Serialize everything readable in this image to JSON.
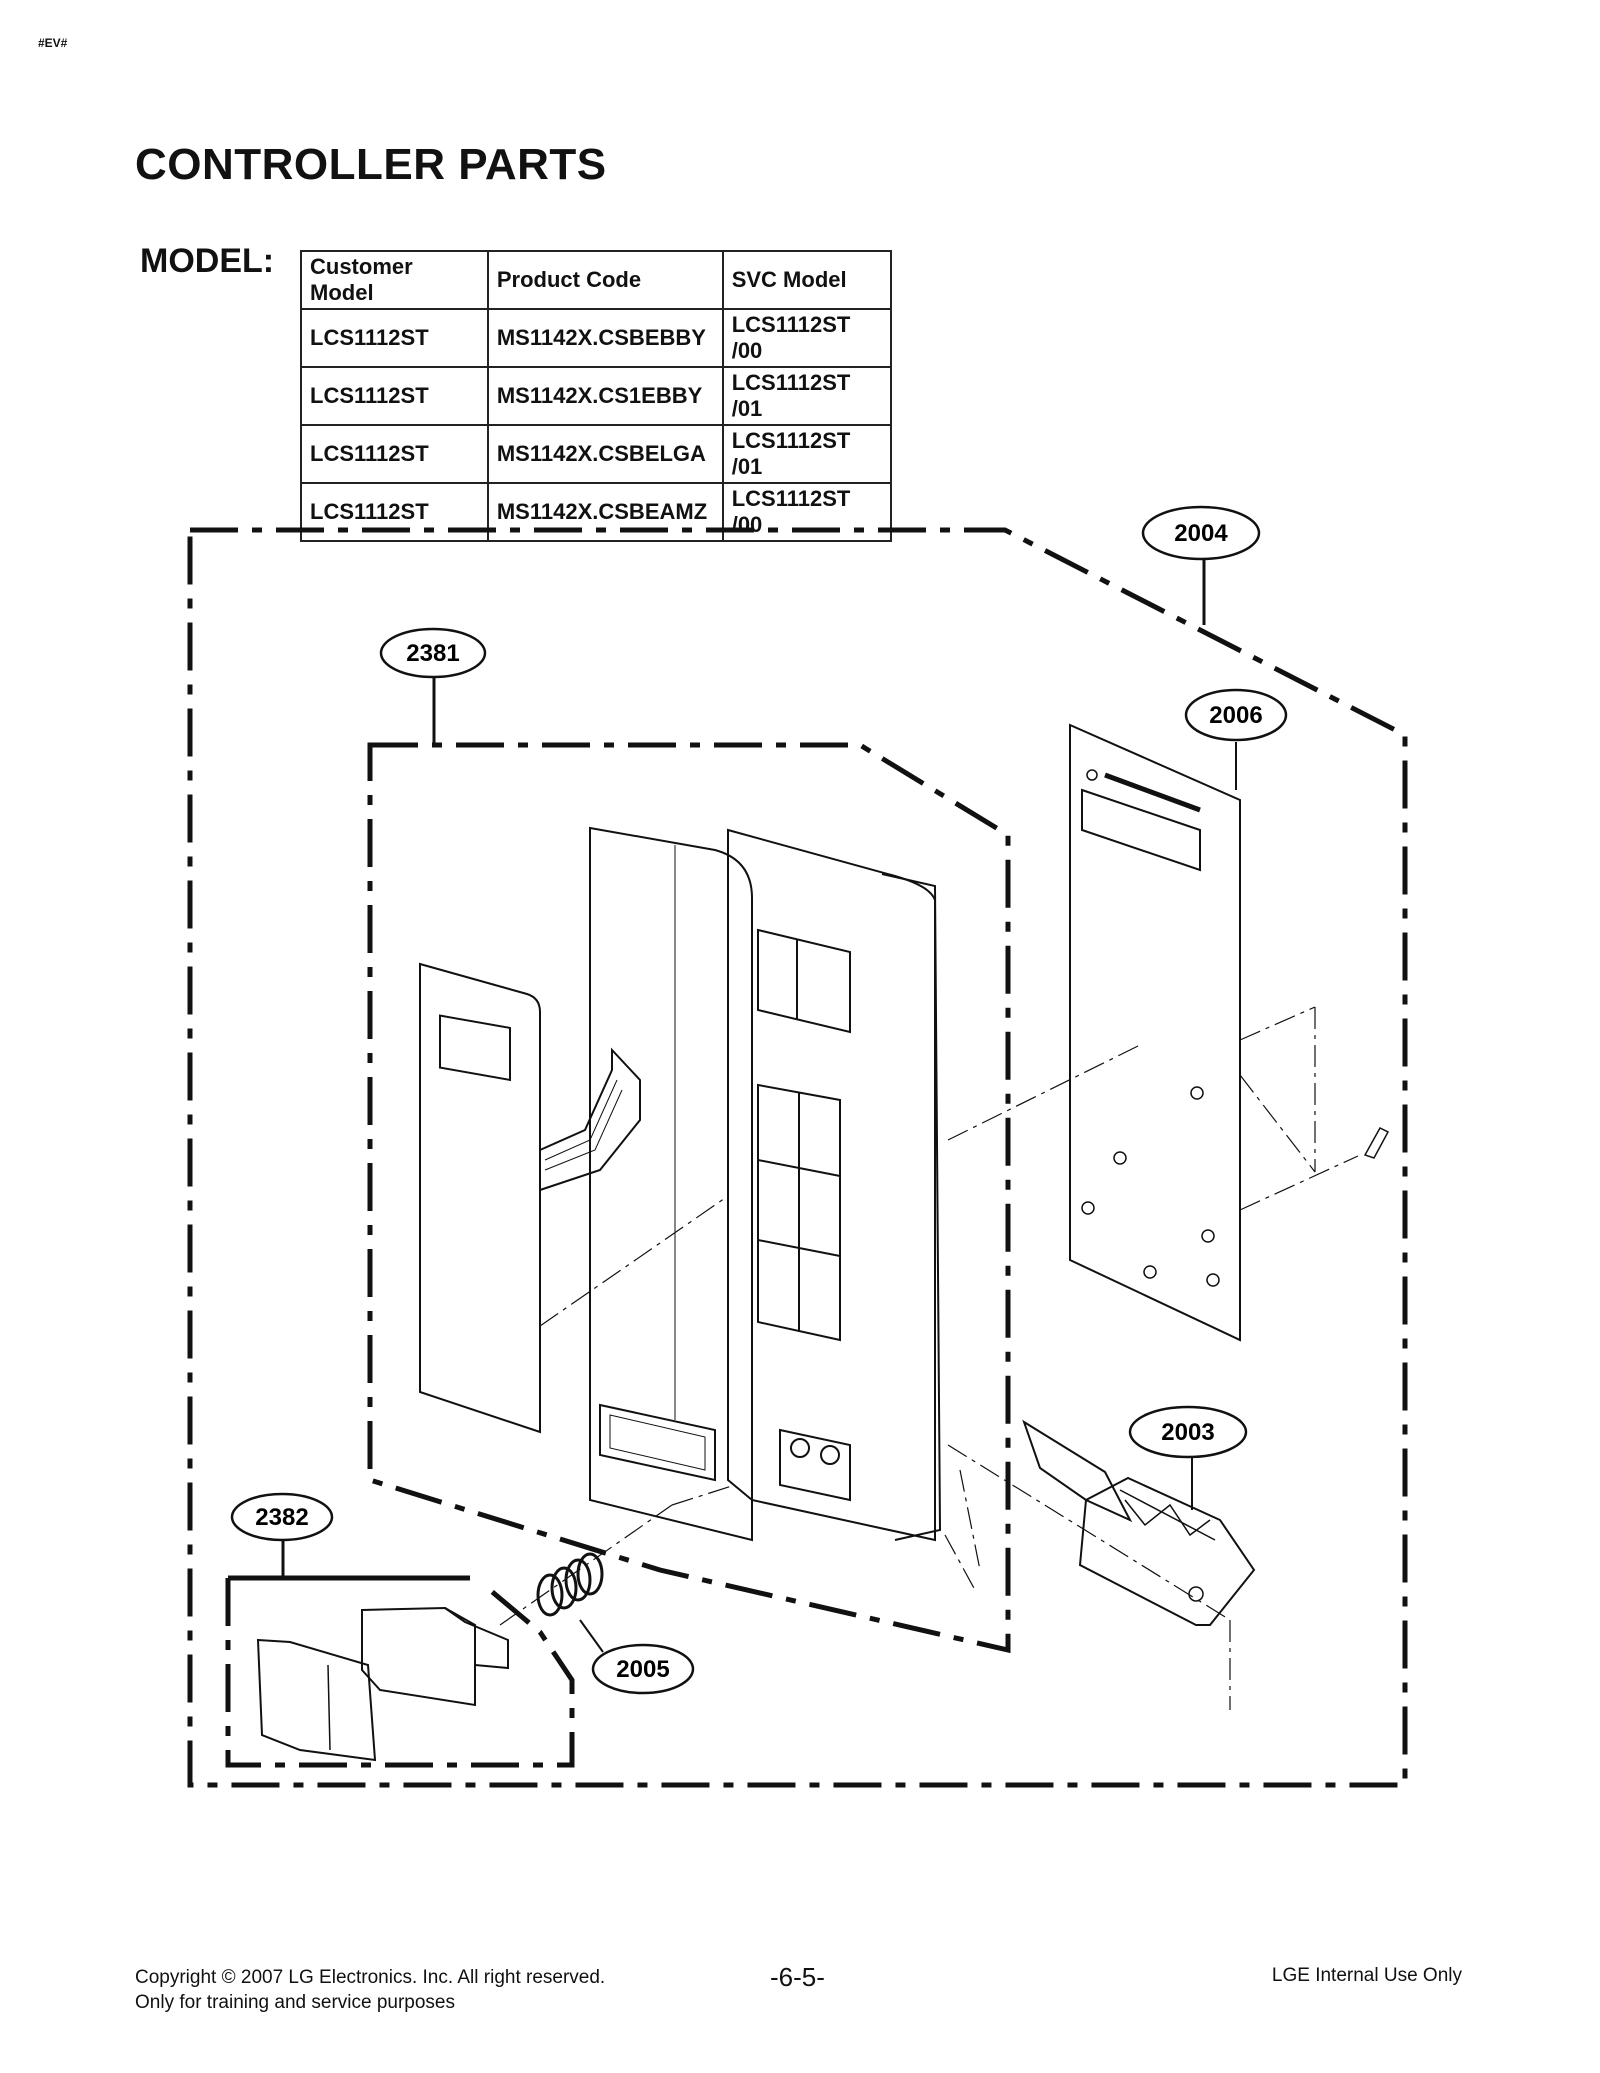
{
  "corner_tag": "#EV#",
  "page_title": "CONTROLLER PARTS",
  "model_label": "MODEL:",
  "model_table": {
    "headers": [
      "Customer Model",
      "Product Code",
      "SVC Model"
    ],
    "rows": [
      [
        "LCS1112ST",
        "MS1142X.CSBEBBY",
        "LCS1112ST /00"
      ],
      [
        "LCS1112ST",
        "MS1142X.CS1EBBY",
        "LCS1112ST /01"
      ],
      [
        "LCS1112ST",
        "MS1142X.CSBELGA",
        "LCS1112ST /01"
      ],
      [
        "LCS1112ST",
        "MS1142X.CSBEAMZ",
        "LCS1112ST /00"
      ]
    ]
  },
  "callouts": {
    "c2004": "2004",
    "c2381": "2381",
    "c2006": "2006",
    "c2003": "2003",
    "c2382": "2382",
    "c2005": "2005"
  },
  "footer": {
    "copyright": "Copyright © 2007 LG Electronics. Inc. All right reserved.",
    "training": "Only for training and service purposes",
    "page_number": "-6-5-",
    "internal": "LGE Internal Use Only"
  }
}
